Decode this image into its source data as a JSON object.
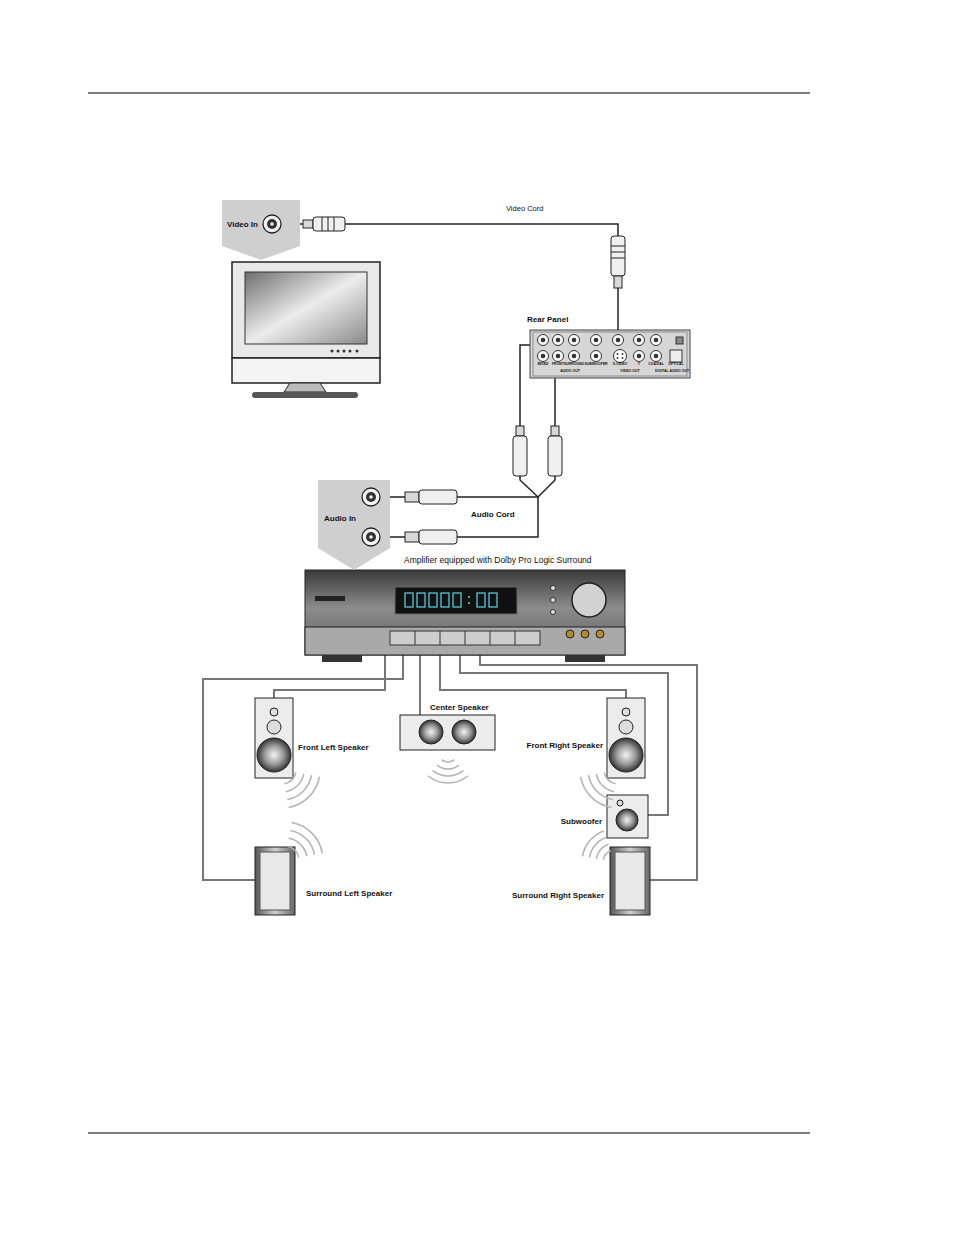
{
  "diagram": {
    "nodes": [
      {
        "text": [
          "Video In"
        ]
      },
      {
        "text": [
          "Rear Panel"
        ]
      },
      {
        "text": [
          "Audio In"
        ]
      },
      {
        "text": [
          "Amplifier equipped with Dolby Pro Logic Surround"
        ]
      },
      {
        "text": [
          "Front Left Speaker"
        ]
      },
      {
        "text": [
          "Center Speaker"
        ]
      },
      {
        "text": [
          "Front Right Speaker"
        ]
      },
      {
        "text": [
          "Subwoofer"
        ]
      },
      {
        "text": [
          "Surround Left Speaker"
        ]
      },
      {
        "text": [
          "Surround Right Speaker"
        ]
      }
    ],
    "edges": [
      {
        "from": 1,
        "to": 0,
        "label": "Video Cord",
        "arrow": "none"
      },
      {
        "from": 1,
        "to": 2,
        "label": "Audio Cord",
        "arrow": "none"
      },
      {
        "from": 3,
        "to": 4,
        "arrow": "none"
      },
      {
        "from": 3,
        "to": 5,
        "arrow": "none"
      },
      {
        "from": 3,
        "to": 6,
        "arrow": "none"
      },
      {
        "from": 3,
        "to": 7,
        "arrow": "none"
      },
      {
        "from": 3,
        "to": 8,
        "arrow": "none"
      },
      {
        "from": 3,
        "to": 9,
        "arrow": "none"
      }
    ],
    "labels": [
      "MIXED",
      "FRONT",
      "SURROUND",
      "SUBWOOFER",
      "S-VIDEO",
      "Y",
      "COAXIAL",
      "OPTICAL",
      "AUDIO OUT",
      "VIDEO OUT",
      "DIGITAL AUDIO OUT"
    ]
  }
}
